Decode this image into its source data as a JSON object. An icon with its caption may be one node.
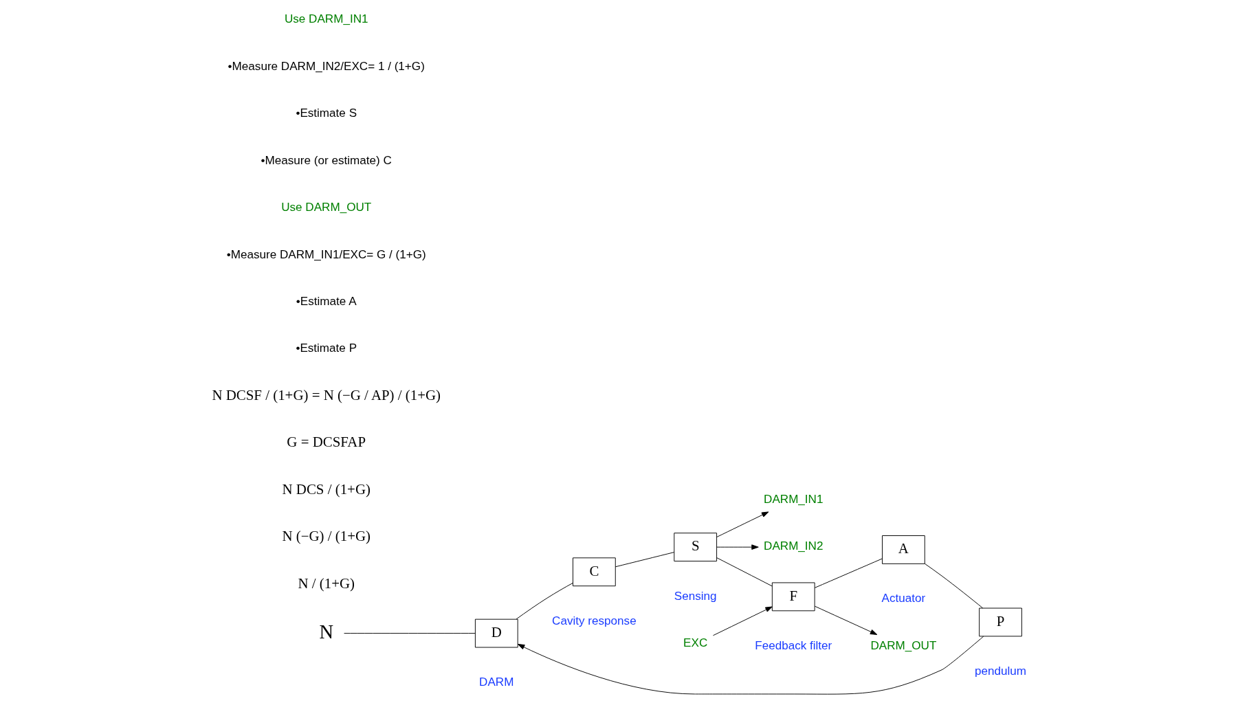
{
  "diagram": {
    "nodes": [
      {
        "text": [
          "N"
        ]
      },
      {
        "text": [
          "D"
        ],
        "beside": [
          "DARM"
        ]
      },
      {
        "text": [
          "C"
        ],
        "beside": [
          "Cavity response"
        ]
      },
      {
        "text": [
          "S"
        ],
        "beside": [
          "Sensing"
        ]
      },
      {
        "text": [
          "DARM_IN1"
        ]
      },
      {
        "text": [
          "EXC"
        ]
      },
      {
        "text": [
          "DARM_IN2"
        ]
      },
      {
        "text": [
          "F"
        ],
        "beside": [
          "Feedback filter"
        ]
      },
      {
        "text": [
          "A"
        ],
        "beside": [
          "Actuator"
        ]
      },
      {
        "text": [
          "P"
        ],
        "beside": [
          "pendulum"
        ]
      },
      {
        "text": [
          "DARM_OUT"
        ]
      }
    ],
    "edges": [
      {
        "from": 0,
        "to": 1,
        "arrow": "none"
      },
      {
        "from": 9,
        "to": 1,
        "arrow": "to"
      },
      {
        "from": 1,
        "to": 2,
        "arrow": "none"
      },
      {
        "from": 2,
        "to": 3,
        "arrow": "none"
      },
      {
        "from": 3,
        "to": 4,
        "arrow": "to"
      },
      {
        "from": 3,
        "to": 6,
        "arrow": "to"
      },
      {
        "from": 3,
        "to": 7,
        "arrow": "none"
      },
      {
        "from": 5,
        "to": 7,
        "arrow": "to"
      },
      {
        "from": 7,
        "to": 8,
        "arrow": "none"
      },
      {
        "from": 8,
        "to": 9,
        "arrow": "none"
      },
      {
        "from": 7,
        "to": 10,
        "arrow": "to"
      }
    ],
    "labels": [
      "N / (1+G)",
      "N (−G) / (1+G)",
      "N DCS / (1+G)",
      "G = DCSFAP",
      "N DCSF / (1+G) = N (−G / AP) / (1+G)",
      "Use DARM_IN1",
      "•Measure DARM_IN2/EXC= 1 / (1+G)",
      "•Estimate S",
      "•Measure (or estimate) C",
      "Use DARM_OUT",
      "•Measure DARM_IN1/EXC= G / (1+G)",
      "•Estimate A",
      "•Estimate P"
    ]
  }
}
